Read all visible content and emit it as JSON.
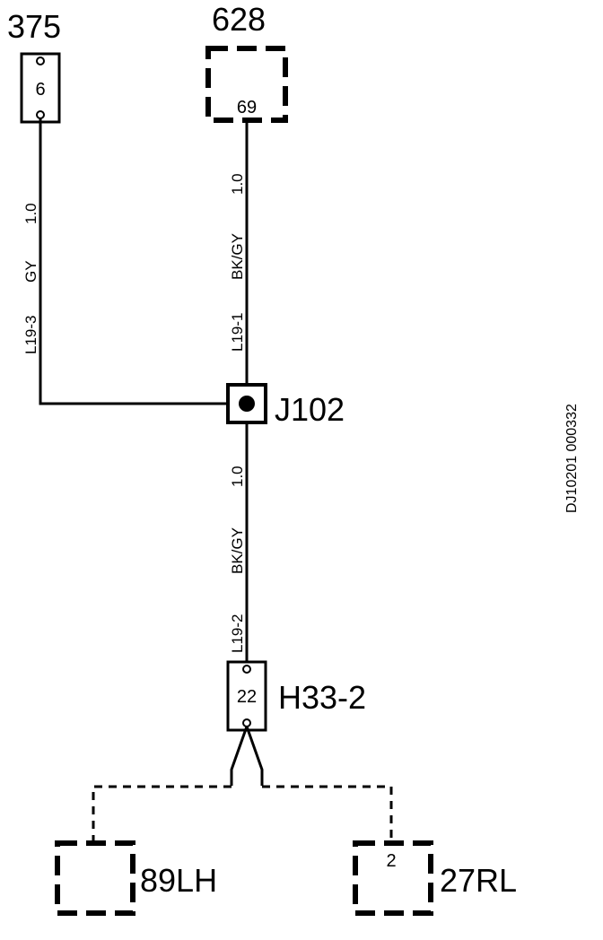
{
  "connectors": {
    "c375": {
      "label": "375",
      "pin": "6"
    },
    "c628": {
      "label": "628",
      "pin": "69"
    },
    "j102": {
      "label": "J102"
    },
    "h33": {
      "label": "H33-2",
      "pin": "22"
    },
    "c89": {
      "label": "89LH"
    },
    "c27": {
      "label": "27RL",
      "pin": "2"
    }
  },
  "wires": {
    "l19_3": {
      "id": "L19-3",
      "color": "GY",
      "size": "1.0"
    },
    "l19_1": {
      "id": "L19-1",
      "color": "BK/GY",
      "size": "1.0"
    },
    "l19_2": {
      "id": "L19-2",
      "color": "BK/GY",
      "size": "1.0"
    }
  },
  "doc_id": "DJ10201 000332"
}
